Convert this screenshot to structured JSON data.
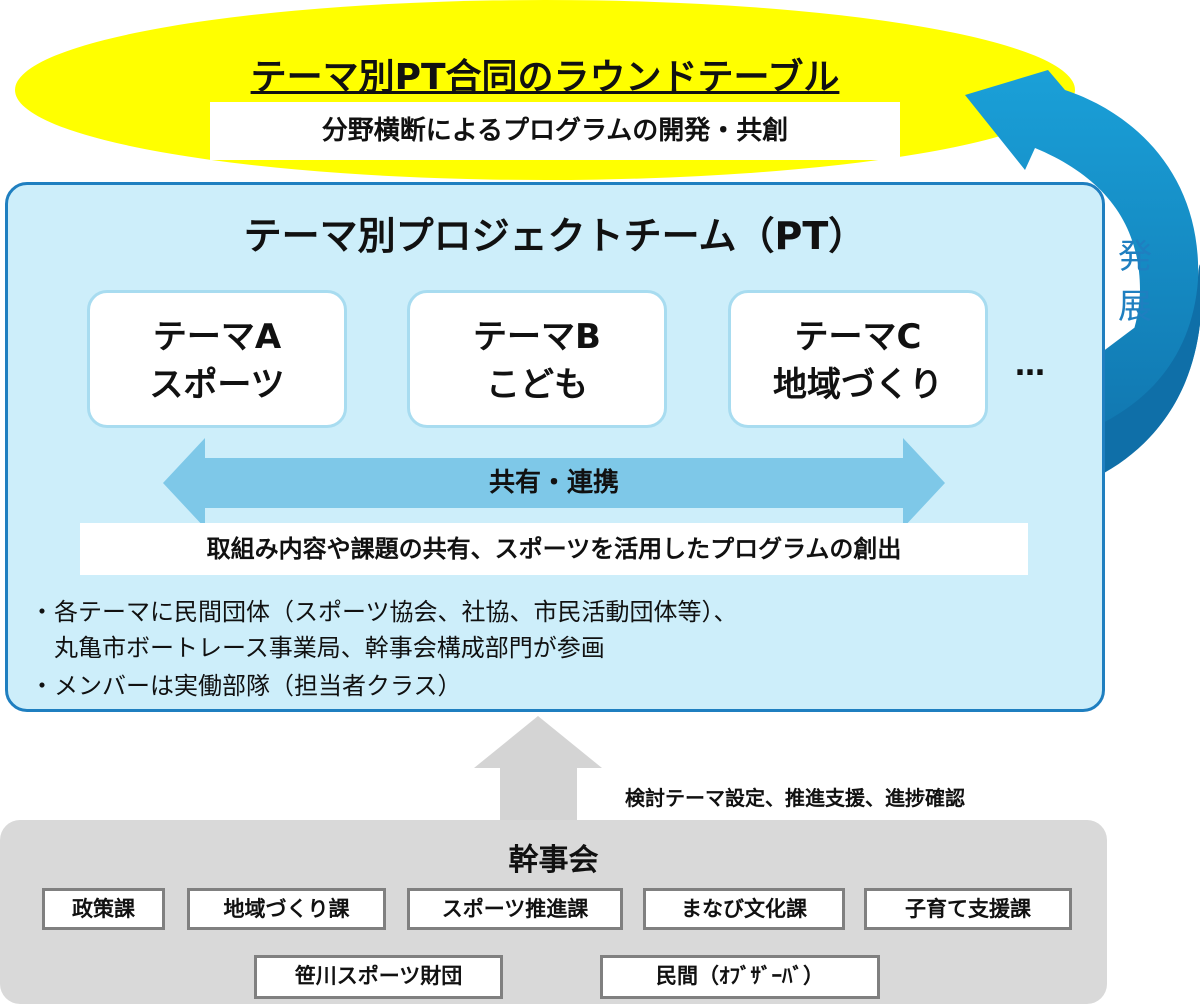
{
  "roundtable": {
    "title": "テーマ別PT合同のラウンドテーブル",
    "subtitle": "分野横断によるプログラムの開発・共創"
  },
  "pt": {
    "title": "テーマ別プロジェクトチーム（PT）",
    "themes": [
      {
        "line1": "テーマA",
        "line2": "スポーツ"
      },
      {
        "line1": "テーマB",
        "line2": "こども"
      },
      {
        "line1": "テーマC",
        "line2": "地域づくり"
      }
    ],
    "more": "…",
    "share_label": "共有・連携",
    "strip": "取組み内容や課題の共有、スポーツを活用したプログラムの創出",
    "bullets": [
      "・各テーマに民間団体（スポーツ協会、社協、市民活動団体等）、",
      "　丸亀市ボートレース事業局、幹事会構成部門が参画",
      "・メンバーは実働部隊（担当者クラス）"
    ]
  },
  "develop_label": "発展",
  "support_caption": "検討テーマ設定、推進支援、進捗確認",
  "kanjikai": {
    "title": "幹事会",
    "row1": [
      "政策課",
      "地域づくり課",
      "スポーツ推進課",
      "まなび文化課",
      "子育て支援課"
    ],
    "row2": [
      "笹川スポーツ財団",
      "民間（ｵﾌﾞｻﾞｰﾊﾞ）"
    ]
  },
  "colors": {
    "yellow": "#ffff00",
    "pt_bg": "#cdeefa",
    "pt_border": "#1f7fc0",
    "arrow_blue": "#1a96d0",
    "share_arrow": "#7ec8e8",
    "gray": "#d9d9d9"
  }
}
